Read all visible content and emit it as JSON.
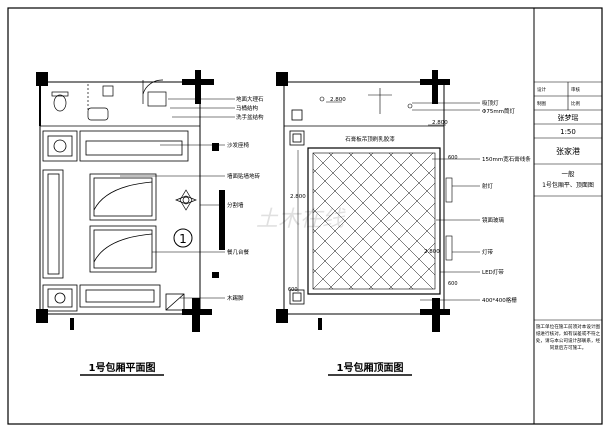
{
  "plan": {
    "labels": {
      "marble_step": "地面大理石",
      "toilet_fixture": "马桶结构",
      "wash_basin": "洗手盆结构",
      "sofa": "沙发座椅",
      "wall_finish": "墙面贴墙地砖",
      "feature_wall": "分割墙",
      "table": "餐几台餐",
      "floor_edge": "木踢脚"
    },
    "circle_number": "1",
    "caption": "1号包厢平面图"
  },
  "ceiling": {
    "elev_top_left": "2.800",
    "elev_top_right": "2.800",
    "elev_right": "2.800",
    "elev_left": "2.800",
    "dim_top": "600",
    "dim_bottom": "600",
    "dim_side": "600",
    "top_label": "石膏板吊顶刷乳胶漆",
    "labels": {
      "downlight_a": "吸顶灯",
      "downlight_b": "Φ75mm筒灯",
      "trim_line": "150mm宽石膏线条",
      "spot_light": "射灯",
      "mirror_ceiling": "镜面玻璃",
      "strip_light": "灯带",
      "led_light": "LED灯带",
      "grille": "400*400格栅"
    },
    "caption": "1号包厢顶面图"
  },
  "title_block": {
    "row1_a": "设计",
    "row1_b": "审核",
    "row2_a": "制图",
    "row2_b": "比例",
    "designer": "张梦瑶",
    "scale": "1:50",
    "project": "张家港",
    "drawing_type": "一般",
    "drawing_title": "1号包厢平、顶面图",
    "notes": "施工单位在施工前须对本设计图纸进行核对，如有误差或不符之处，请与本公司设计部联系，经同意后方可施工。"
  },
  "watermark": "土木在线"
}
